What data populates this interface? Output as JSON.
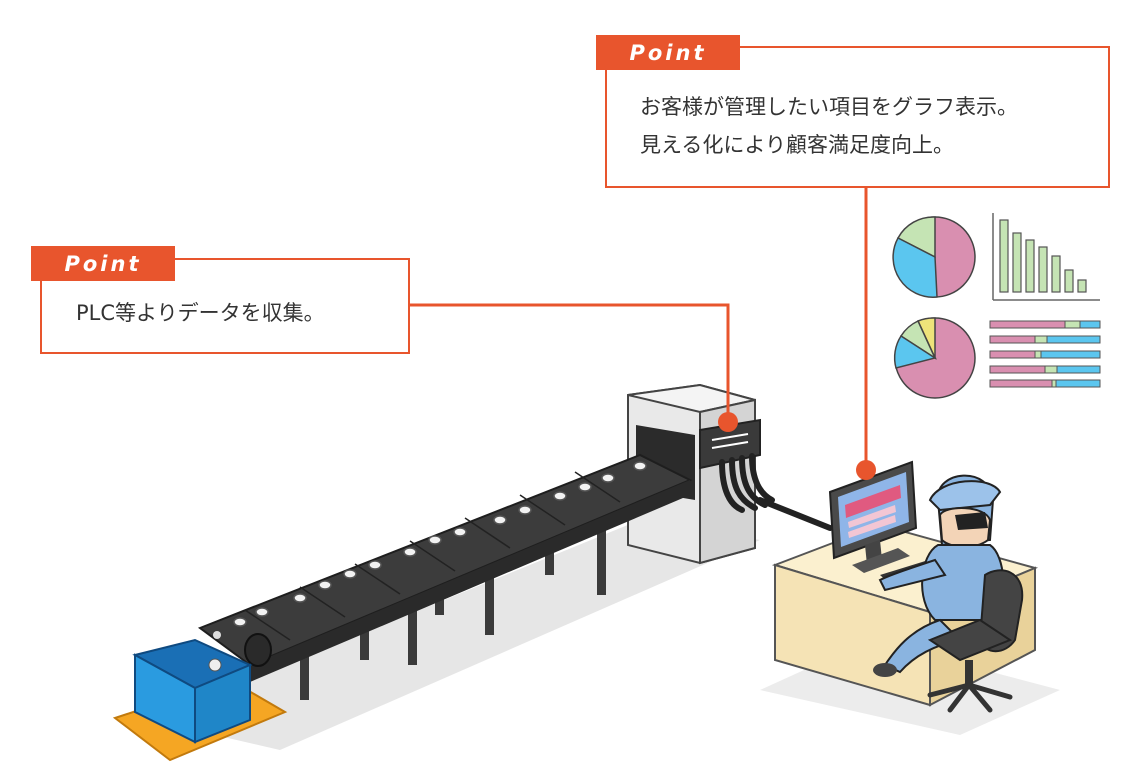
{
  "callout_top": {
    "tag": "Point",
    "lines": [
      "お客様が管理したい項目をグラフ表示。",
      "見える化により顧客満足度向上。"
    ]
  },
  "callout_left": {
    "tag": "Point",
    "lines": [
      "PLC等よりデータを収集。"
    ]
  },
  "colors": {
    "accent": "#e8552d",
    "belt": "#3c3c3c",
    "crate": "#2a9be0",
    "desk": "#f5e3b5",
    "worker": "#8ab4e0",
    "pie_pink": "#d98fb0",
    "pie_blue": "#5bc6ef",
    "pie_green": "#c5e4b4",
    "pie_yellow": "#eee37a"
  }
}
